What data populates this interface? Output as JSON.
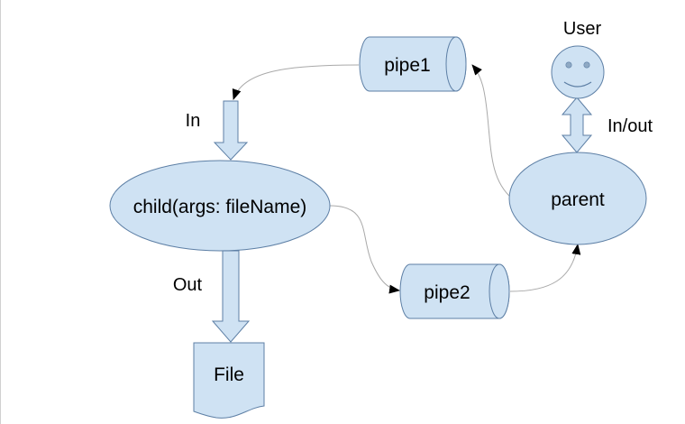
{
  "diagram": {
    "nodes": {
      "pipe1": "pipe1",
      "pipe2": "pipe2",
      "child": "child(args: fileName)",
      "parent": "parent",
      "file": "File"
    },
    "labels": {
      "user": "User",
      "in": "In",
      "out": "Out",
      "inout": "In/out"
    }
  },
  "colors": {
    "node_fill": "#cfe2f3",
    "node_stroke": "#5d7fa5",
    "connector": "#a9a9a9",
    "frame": "#d0d0d0"
  }
}
